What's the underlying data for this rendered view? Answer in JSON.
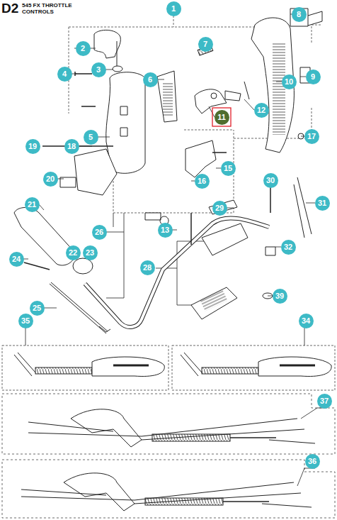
{
  "diagram": {
    "title": "545 FX THROTTLE CONTROLS",
    "labels": [
      "D2",
      "1",
      "8",
      "2",
      "7",
      "6",
      "4",
      "3",
      "9",
      "10",
      "5",
      "12",
      "11",
      "17",
      "19",
      "18",
      "15",
      "30",
      "20",
      "16",
      "13",
      "31",
      "21",
      "29",
      "26",
      "22",
      "23",
      "24",
      "28",
      "32",
      "39",
      "25",
      "35",
      "34",
      "37",
      "36"
    ]
  }
}
